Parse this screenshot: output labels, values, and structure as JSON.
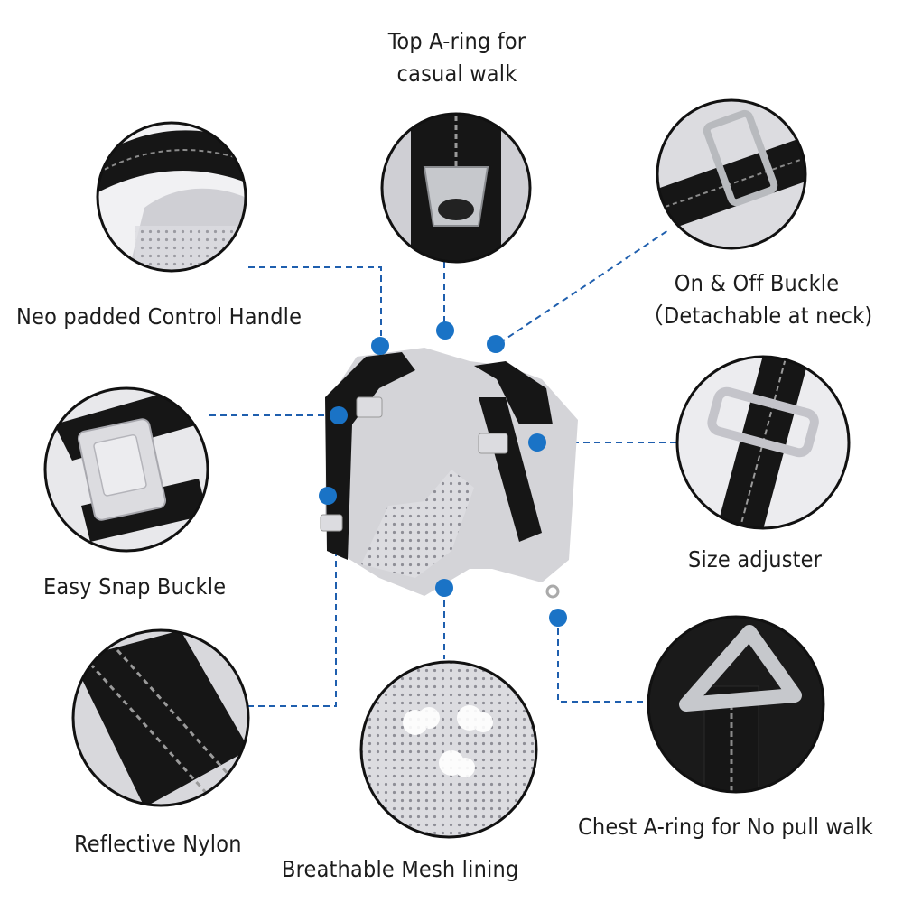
{
  "colors": {
    "connector": "#1f5fae",
    "marker": "#1a73c6",
    "circle_border": "#111111",
    "webbing": "#161616",
    "lining": "#cfcfd4",
    "mesh": "#d9d9dd",
    "metal": "#c6c8cc",
    "buckle": "#dcdce0",
    "text": "#1c1c1c"
  },
  "icons": [
    "handle-detail-image",
    "top-ring-detail-image",
    "neck-buckle-detail-image",
    "snap-buckle-detail-image",
    "size-adjuster-detail-image",
    "reflective-nylon-detail-image",
    "mesh-lining-detail-image",
    "chest-ring-detail-image",
    "harness-image"
  ],
  "labels": {
    "top_ring_line1": "Top A-ring for",
    "top_ring_line2": "casual walk",
    "control_handle": "Neo padded Control Handle",
    "buckle_line1": "On & Off Buckle",
    "buckle_line2": "（Detachable at neck)",
    "snap_buckle": "Easy Snap Buckle",
    "size_adjuster": "Size adjuster",
    "reflective_nylon": "Reflective Nylon",
    "mesh_lining": "Breathable Mesh lining",
    "chest_ring": "Chest A-ring for No pull walk"
  }
}
